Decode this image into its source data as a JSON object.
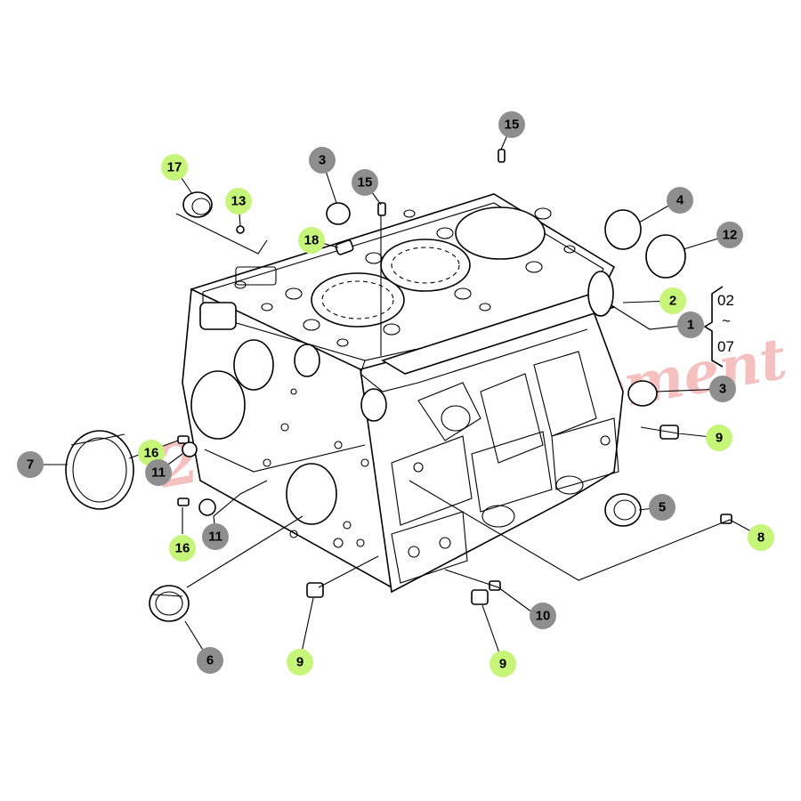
{
  "diagram": {
    "watermark": "2 Owner Equipment",
    "range_bracket": {
      "top": "02",
      "middle": "~",
      "bottom": "07"
    },
    "callouts": [
      {
        "id": "c17",
        "label": "17",
        "color": "#c6f57a"
      },
      {
        "id": "c13",
        "label": "13",
        "color": "#c6f57a"
      },
      {
        "id": "c3a",
        "label": "3",
        "color": "#8e8e8e"
      },
      {
        "id": "c15a",
        "label": "15",
        "color": "#8e8e8e"
      },
      {
        "id": "c15b",
        "label": "15",
        "color": "#8e8e8e"
      },
      {
        "id": "c18",
        "label": "18",
        "color": "#c6f57a"
      },
      {
        "id": "c4",
        "label": "4",
        "color": "#8e8e8e"
      },
      {
        "id": "c12",
        "label": "12",
        "color": "#8e8e8e"
      },
      {
        "id": "c2",
        "label": "2",
        "color": "#c6f57a"
      },
      {
        "id": "c1",
        "label": "1",
        "color": "#8e8e8e"
      },
      {
        "id": "c3b",
        "label": "3",
        "color": "#8e8e8e"
      },
      {
        "id": "c9a",
        "label": "9",
        "color": "#c6f57a"
      },
      {
        "id": "c7",
        "label": "7",
        "color": "#8e8e8e"
      },
      {
        "id": "c16a",
        "label": "16",
        "color": "#c6f57a"
      },
      {
        "id": "c11a",
        "label": "11",
        "color": "#8e8e8e"
      },
      {
        "id": "c5",
        "label": "5",
        "color": "#8e8e8e"
      },
      {
        "id": "c8",
        "label": "8",
        "color": "#c6f57a"
      },
      {
        "id": "c16b",
        "label": "16",
        "color": "#c6f57a"
      },
      {
        "id": "c11b",
        "label": "11",
        "color": "#8e8e8e"
      },
      {
        "id": "c10",
        "label": "10",
        "color": "#8e8e8e"
      },
      {
        "id": "c6",
        "label": "6",
        "color": "#8e8e8e"
      },
      {
        "id": "c9b",
        "label": "9",
        "color": "#c6f57a"
      },
      {
        "id": "c9c",
        "label": "9",
        "color": "#c6f57a"
      }
    ]
  }
}
